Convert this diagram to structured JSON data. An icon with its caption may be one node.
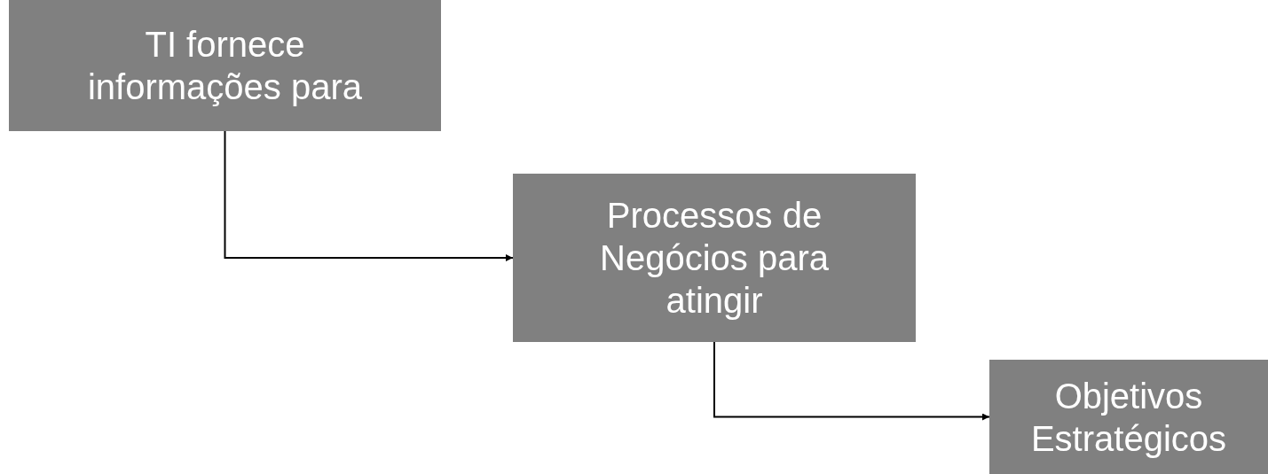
{
  "diagram": {
    "nodes": [
      {
        "text": [
          "TI fornece informações para"
        ]
      },
      {
        "text": [
          "Processos de Negócios para atingir"
        ]
      },
      {
        "text": [
          "Objetivos Estratégicos"
        ]
      }
    ],
    "edges": [
      {
        "from": 0,
        "to": 1,
        "arrow": "to"
      },
      {
        "from": 1,
        "to": 2,
        "arrow": "to"
      }
    ]
  }
}
